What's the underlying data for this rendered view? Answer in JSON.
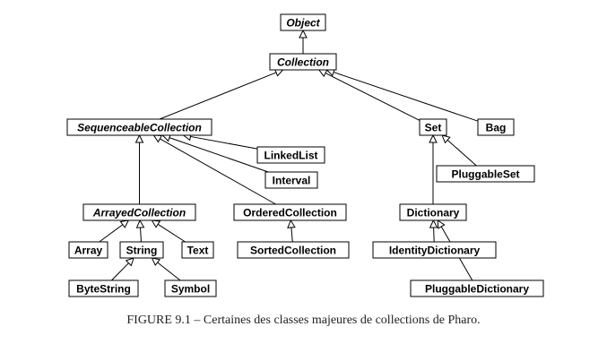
{
  "diagram": {
    "title": "Class hierarchy",
    "classes": {
      "object": {
        "label": "Object",
        "abstract": true
      },
      "collection": {
        "label": "Collection",
        "abstract": true
      },
      "sequenceable": {
        "label": "SequenceableCollection",
        "abstract": true
      },
      "set": {
        "label": "Set",
        "abstract": false
      },
      "bag": {
        "label": "Bag",
        "abstract": false
      },
      "linkedlist": {
        "label": "LinkedList",
        "abstract": false
      },
      "interval": {
        "label": "Interval",
        "abstract": false
      },
      "pluggableset": {
        "label": "PluggableSet",
        "abstract": false
      },
      "arrayed": {
        "label": "ArrayedCollection",
        "abstract": true
      },
      "ordered": {
        "label": "OrderedCollection",
        "abstract": false
      },
      "dictionary": {
        "label": "Dictionary",
        "abstract": false
      },
      "array": {
        "label": "Array",
        "abstract": false
      },
      "string": {
        "label": "String",
        "abstract": false
      },
      "text": {
        "label": "Text",
        "abstract": false
      },
      "sorted": {
        "label": "SortedCollection",
        "abstract": false
      },
      "identitydict": {
        "label": "IdentityDictionary",
        "abstract": false
      },
      "bytestring": {
        "label": "ByteString",
        "abstract": false
      },
      "symbol": {
        "label": "Symbol",
        "abstract": false
      },
      "pluggabledict": {
        "label": "PluggableDictionary",
        "abstract": false
      }
    },
    "inheritance": [
      [
        "collection",
        "object"
      ],
      [
        "sequenceable",
        "collection"
      ],
      [
        "set",
        "collection"
      ],
      [
        "bag",
        "collection"
      ],
      [
        "linkedlist",
        "sequenceable"
      ],
      [
        "interval",
        "sequenceable"
      ],
      [
        "arrayed",
        "sequenceable"
      ],
      [
        "ordered",
        "sequenceable"
      ],
      [
        "pluggableset",
        "set"
      ],
      [
        "dictionary",
        "set"
      ],
      [
        "array",
        "arrayed"
      ],
      [
        "string",
        "arrayed"
      ],
      [
        "text",
        "arrayed"
      ],
      [
        "sorted",
        "ordered"
      ],
      [
        "identitydict",
        "dictionary"
      ],
      [
        "pluggabledict",
        "dictionary"
      ],
      [
        "bytestring",
        "string"
      ],
      [
        "symbol",
        "string"
      ]
    ]
  },
  "caption": "FIGURE 9.1 – Certaines des classes majeures de collections de Pharo."
}
